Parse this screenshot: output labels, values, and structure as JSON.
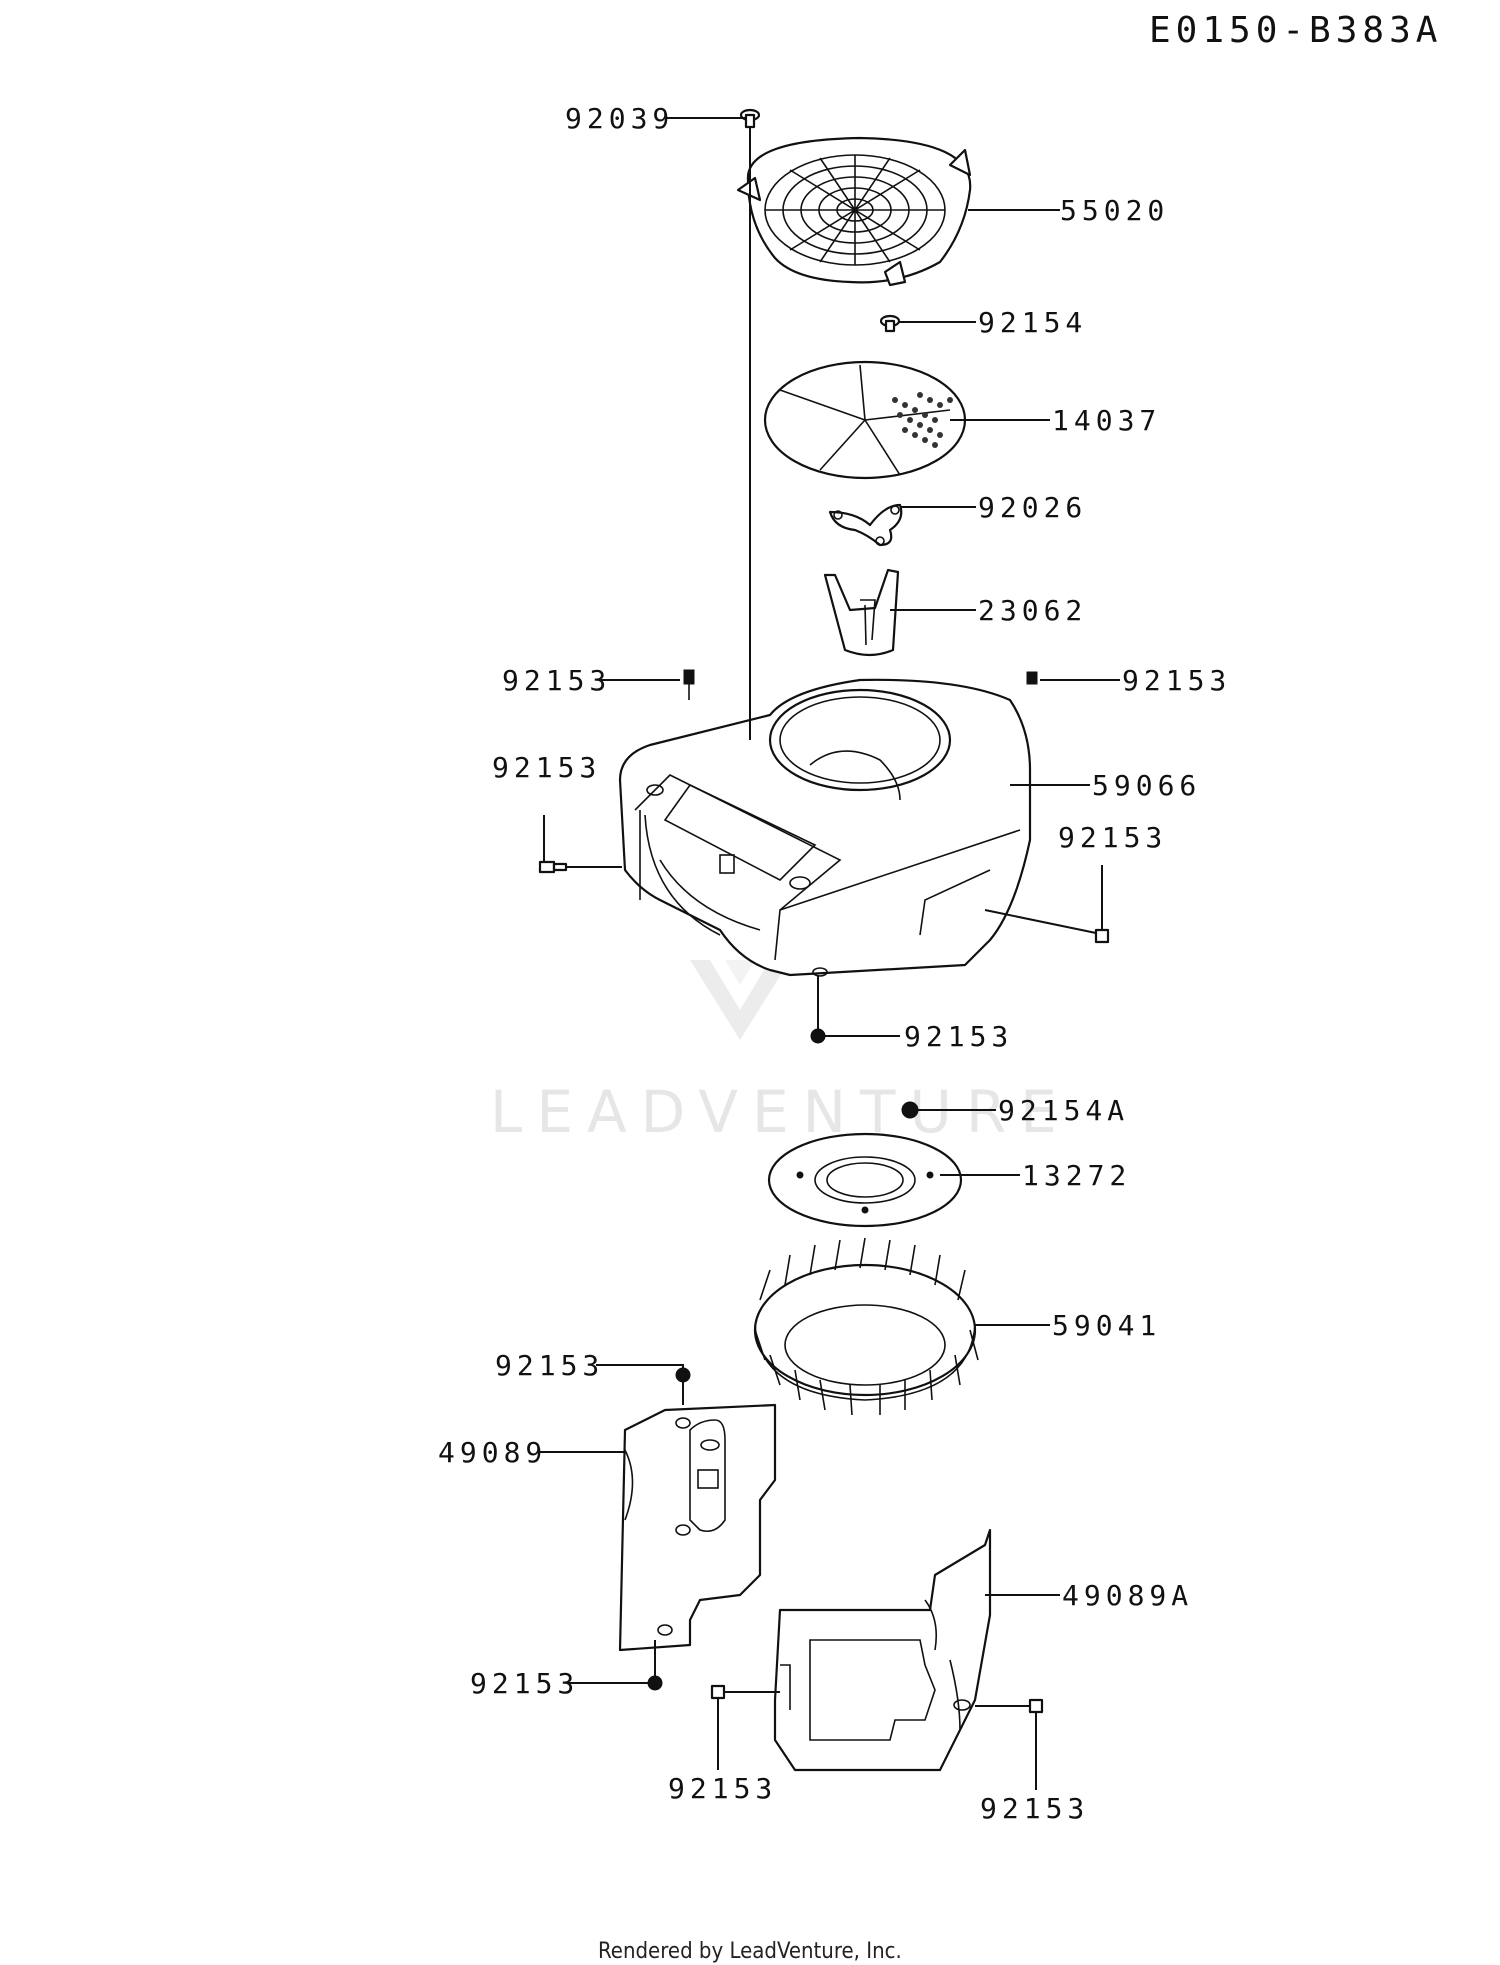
{
  "diagram_code": "E0150-B383A",
  "watermark": "LEADVENTURE",
  "footer": "Rendered by LeadVenture, Inc.",
  "callouts": [
    {
      "id": "92039"
    },
    {
      "id": "55020"
    },
    {
      "id": "92154"
    },
    {
      "id": "14037"
    },
    {
      "id": "92026"
    },
    {
      "id": "23062"
    },
    {
      "id": "92153"
    },
    {
      "id": "92153"
    },
    {
      "id": "92153"
    },
    {
      "id": "59066"
    },
    {
      "id": "92153"
    },
    {
      "id": "92153"
    },
    {
      "id": "92154A"
    },
    {
      "id": "13272"
    },
    {
      "id": "59041"
    },
    {
      "id": "92153"
    },
    {
      "id": "49089"
    },
    {
      "id": "49089A"
    },
    {
      "id": "92153"
    },
    {
      "id": "92153"
    },
    {
      "id": "92153"
    }
  ]
}
